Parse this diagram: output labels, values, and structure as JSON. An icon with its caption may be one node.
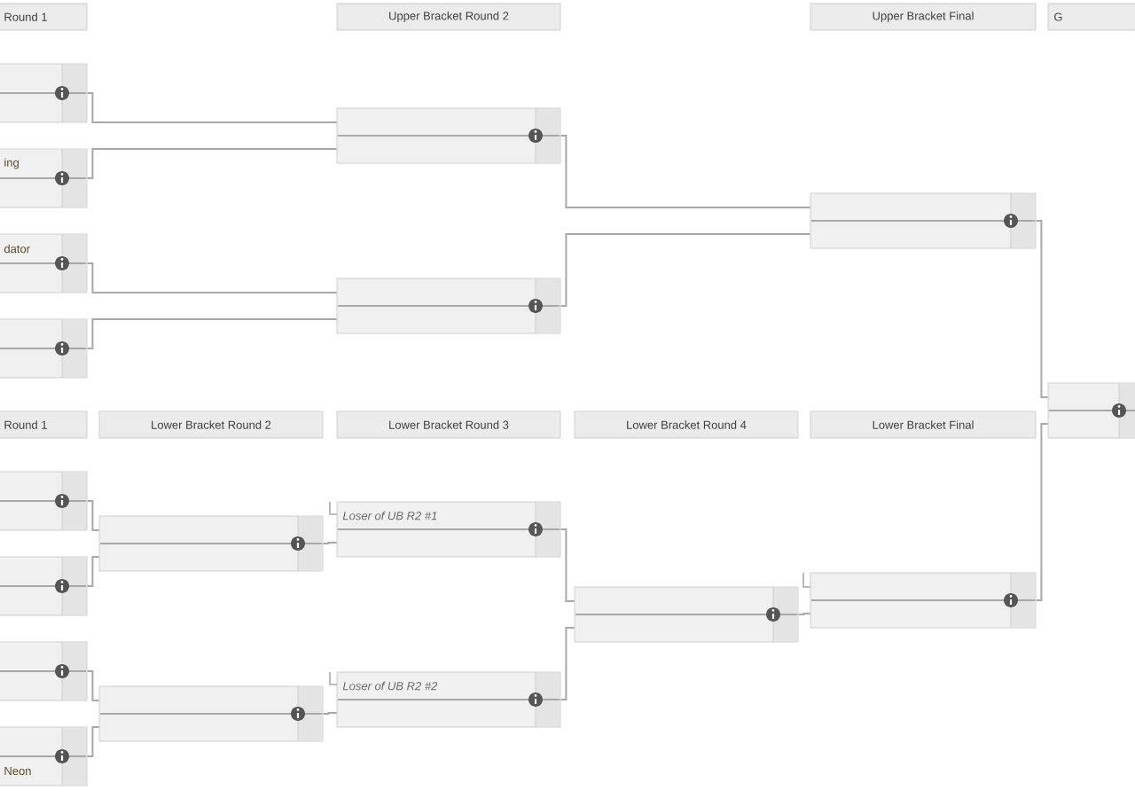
{
  "diagram": {
    "nodes": [
      {
        "text": [
          "Round 1"
        ]
      },
      {
        "text": [
          "Upper Bracket Round 2"
        ]
      },
      {
        "text": [
          "Upper Bracket Final"
        ]
      },
      {
        "text": [
          "G"
        ]
      },
      {
        "text": [],
        "shape": "box"
      },
      {
        "text": [
          "ing"
        ]
      },
      {
        "text": [
          "dator"
        ]
      },
      {
        "text": [],
        "shape": "box"
      },
      {
        "text": [],
        "shape": "box"
      },
      {
        "text": [],
        "shape": "box"
      },
      {
        "text": [],
        "shape": "box"
      },
      {
        "text": [],
        "shape": "box"
      },
      {
        "text": [
          "Round 1"
        ]
      },
      {
        "text": [
          "Lower Bracket Round 2"
        ]
      },
      {
        "text": [
          "Lower Bracket Round 3"
        ]
      },
      {
        "text": [
          "Lower Bracket Round 4"
        ]
      },
      {
        "text": [
          "Lower Bracket Final"
        ]
      },
      {
        "text": [],
        "shape": "box"
      },
      {
        "text": [],
        "shape": "box"
      },
      {
        "text": [],
        "shape": "box"
      },
      {
        "text": [
          "Neon"
        ]
      },
      {
        "text": [],
        "shape": "box"
      },
      {
        "text": [],
        "shape": "box"
      },
      {
        "text": [
          "Loser of UB R2 #1"
        ]
      },
      {
        "text": [
          "Loser of UB R2 #2"
        ]
      },
      {
        "text": [],
        "shape": "box"
      },
      {
        "text": [],
        "shape": "box"
      }
    ],
    "edges": [
      {
        "from": 4,
        "to": 8,
        "arrow": "none"
      },
      {
        "from": 5,
        "to": 8,
        "arrow": "none"
      },
      {
        "from": 6,
        "to": 9,
        "arrow": "none"
      },
      {
        "from": 7,
        "to": 9,
        "arrow": "none"
      },
      {
        "from": 8,
        "to": 10,
        "arrow": "none"
      },
      {
        "from": 9,
        "to": 10,
        "arrow": "none"
      },
      {
        "from": 10,
        "to": 11,
        "arrow": "none"
      },
      {
        "from": 26,
        "to": 11,
        "arrow": "none"
      },
      {
        "from": 17,
        "to": 21,
        "arrow": "none"
      },
      {
        "from": 18,
        "to": 21,
        "arrow": "none"
      },
      {
        "from": 19,
        "to": 22,
        "arrow": "none"
      },
      {
        "from": 20,
        "to": 22,
        "arrow": "none"
      },
      {
        "from": 21,
        "to": 23,
        "arrow": "none"
      },
      {
        "from": 22,
        "to": 24,
        "arrow": "none"
      },
      {
        "from": 23,
        "to": 25,
        "arrow": "none"
      },
      {
        "from": 24,
        "to": 25,
        "arrow": "none"
      },
      {
        "from": 25,
        "to": 26,
        "arrow": "none"
      }
    ]
  }
}
